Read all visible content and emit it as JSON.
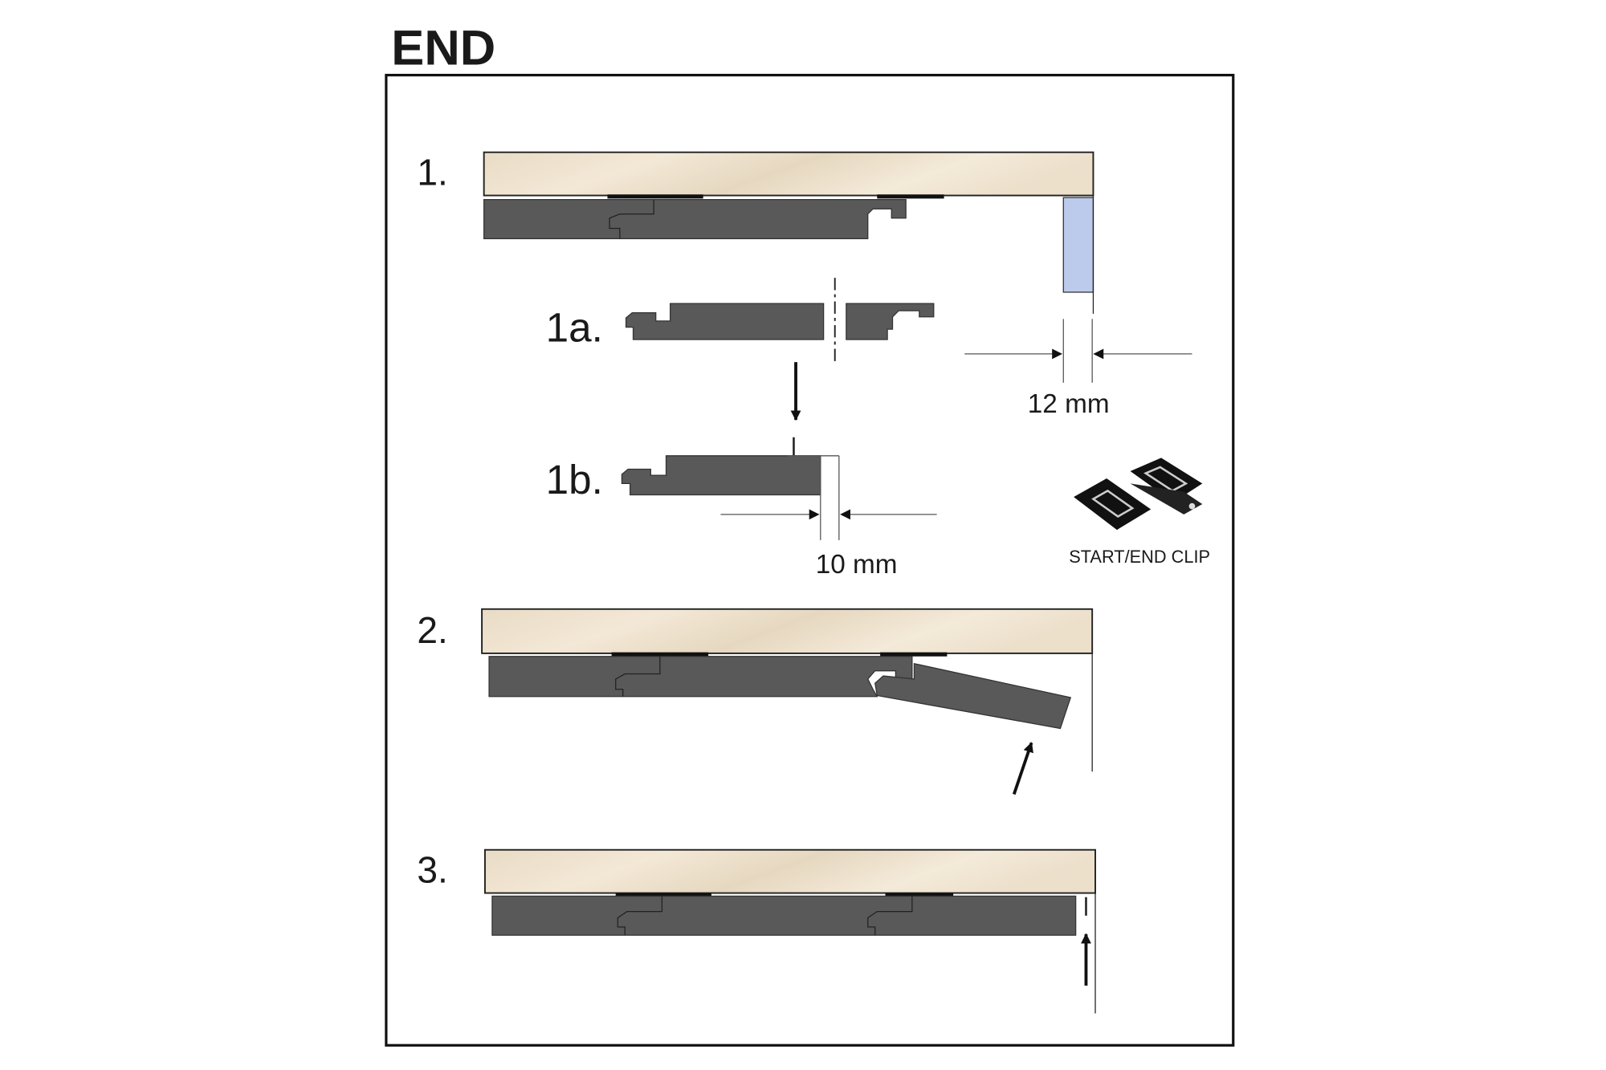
{
  "title": "END",
  "steps": {
    "step1": "1.",
    "step1a": "1a.",
    "step1b": "1b.",
    "step2": "2.",
    "step3": "3."
  },
  "dimensions": {
    "wall_gap": "12 mm",
    "cut_offset": "10 mm"
  },
  "clip_caption": "START/END CLIP",
  "colors": {
    "wood": "#efe3cf",
    "panel": "#595959",
    "spacer": "#bccbeb"
  }
}
